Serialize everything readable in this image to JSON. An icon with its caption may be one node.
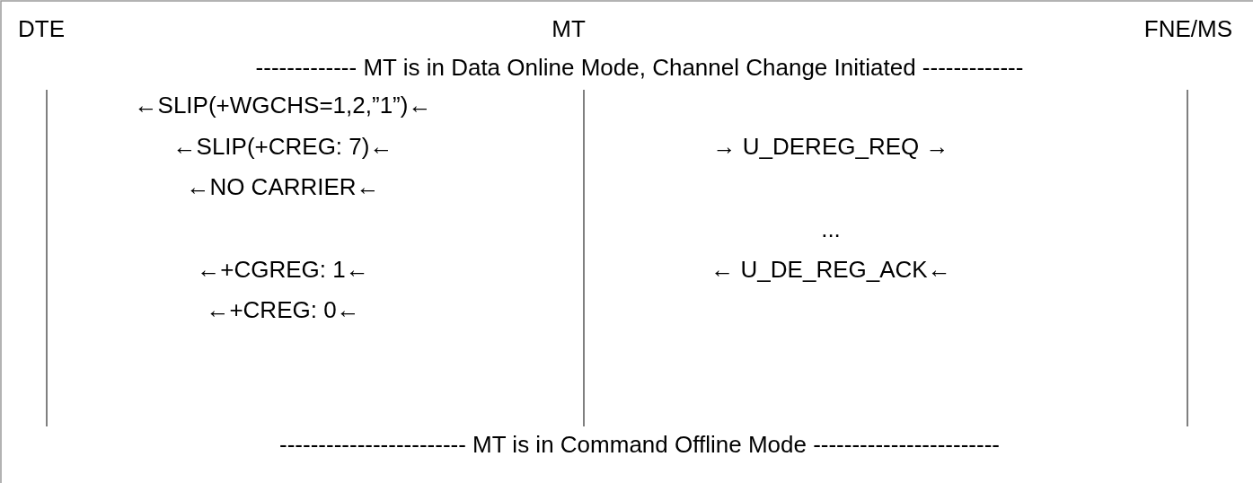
{
  "diagram": {
    "labels": [
      "DTE",
      "MT",
      "FNE/MS",
      "------------- MT is in Data Online Mode, Channel Change Initiated -------------",
      "←SLIP(+WGCHS=1,2,”1”)←",
      "←SLIP(+CREG: 7)←",
      "→ U_DEREG_REQ →",
      "←NO CARRIER←",
      "...",
      "←+CGREG: 1←",
      "← U_DE_REG_ACK←",
      "←+CREG: 0←",
      "------------------------ MT is in Command Offline Mode ------------------------"
    ]
  }
}
